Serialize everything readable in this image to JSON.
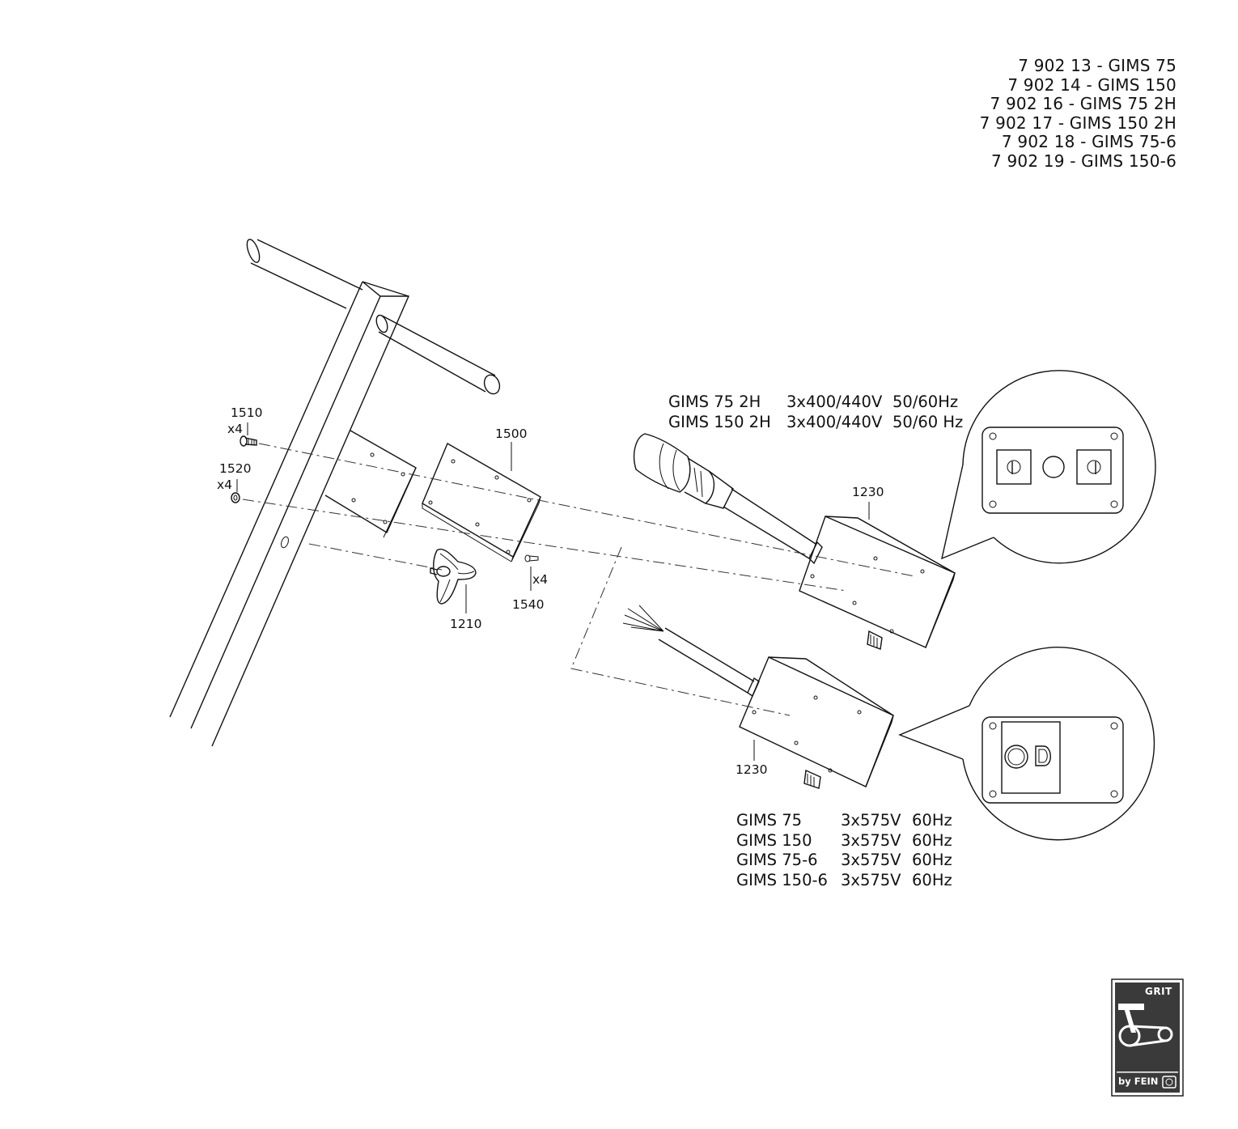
{
  "model_list": [
    "7 902 13 - GIMS 75",
    "7 902 14 - GIMS 150",
    "7 902 16 - GIMS 75 2H",
    "7 902 17 - GIMS 150 2H",
    "7 902 18 - GIMS 75-6",
    "7 902 19 - GIMS 150-6"
  ],
  "spec_upper": [
    {
      "model": "GIMS 75 2H",
      "voltage": "3x400/440V",
      "frequency": "50/60Hz"
    },
    {
      "model": "GIMS 150 2H",
      "voltage": "3x400/440V",
      "frequency": "50/60 Hz"
    }
  ],
  "spec_lower": [
    {
      "model": "GIMS 75",
      "voltage": "3x575V",
      "frequency": "60Hz"
    },
    {
      "model": "GIMS 150",
      "voltage": "3x575V",
      "frequency": "60Hz"
    },
    {
      "model": "GIMS 75-6",
      "voltage": "3x575V",
      "frequency": "60Hz"
    },
    {
      "model": "GIMS 150-6",
      "voltage": "3x575V",
      "frequency": "60Hz"
    }
  ],
  "part_labels": {
    "p1510": "1510",
    "p1510_qty": "x4",
    "p1520": "1520",
    "p1520_qty": "x4",
    "p1500": "1500",
    "p1540": "1540",
    "p1540_qty": "x4",
    "p1210": "1210",
    "p1230_upper": "1230",
    "p1230_lower": "1230"
  },
  "logo": {
    "top_text": "GRIT",
    "bottom_text": "by FEIN"
  },
  "colors": {
    "line": "#111111",
    "logo_bg": "#3a3a3a"
  }
}
